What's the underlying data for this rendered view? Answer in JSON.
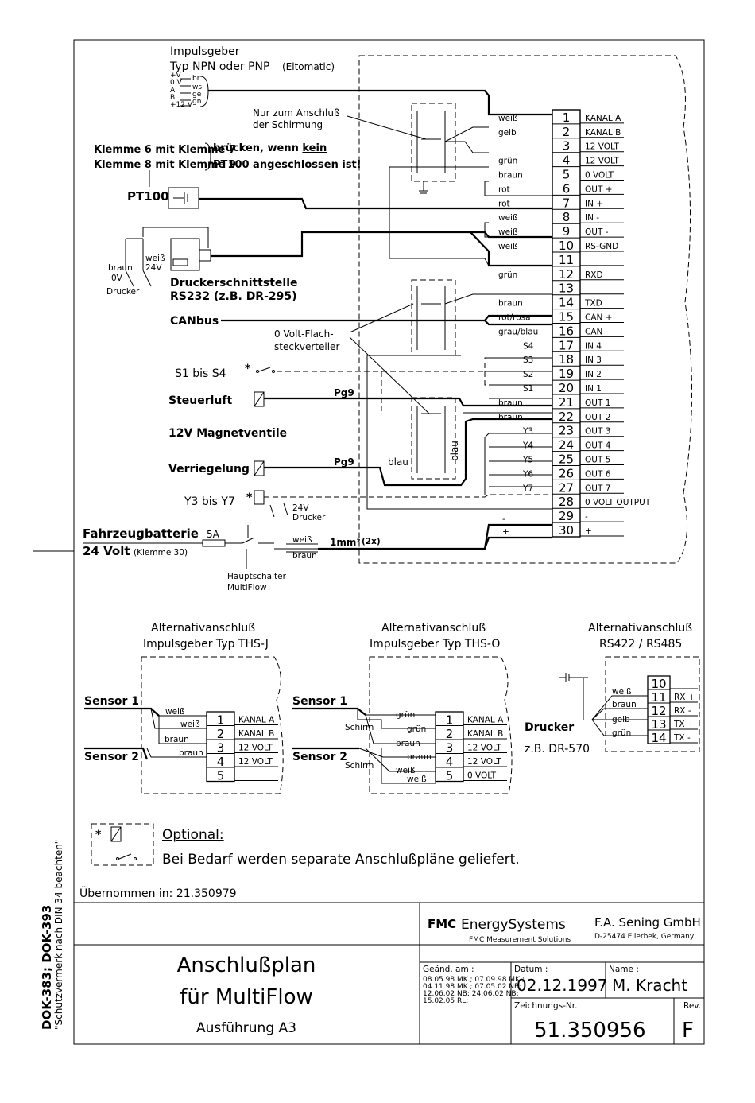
{
  "impulsgeber": {
    "title_line1": "Impulsgeber",
    "title_line2": "Typ NPN oder PNP",
    "title_suffix": "(Eltomatic)",
    "pin_labels": [
      "+V",
      "0 V",
      "A",
      "B",
      "+12 V"
    ],
    "wire_codes": [
      "br",
      "ws",
      "ge",
      "gn"
    ]
  },
  "schirmung_note": {
    "line1": "Nur zum Anschluß",
    "line2": "der Schirmung"
  },
  "pt100": {
    "line1": "Klemme 6 mit Klemme 7",
    "line2": "Klemme 8 mit Klemme 9",
    "bridge1": "brücken, wenn",
    "bridge_kein": "kein",
    "bridge2": "PT100 angeschlossen ist!",
    "label": "PT100"
  },
  "drucker": {
    "braun": "braun",
    "ov": "0V",
    "drucker": "Drucker",
    "weiss": "weiß",
    "v24": "24V",
    "line1": "Druckerschnittstelle",
    "line2": "RS232 (z.B. DR-295)"
  },
  "canbus_label": "CANbus",
  "flach": {
    "line1": "0 Volt-Flach-",
    "line2": "steckverteiler"
  },
  "s1s4_label": "S1 bis S4",
  "steuerluft": "Steuerluft",
  "magnet": "12V Magnetventile",
  "verriegelung": "Verriegelung",
  "pg9": "Pg9",
  "y3y7_label": "Y3 bis Y7",
  "blau": "blau",
  "v24_drucker": {
    "line1": "24V",
    "line2": "Drucker"
  },
  "fahrzeug": {
    "line1": "Fahrzeugbatterie",
    "line2": "24 Volt",
    "klemme": "(Klemme 30)",
    "fuse": "5A",
    "cable": "1mm²",
    "cable_count": "(2x)",
    "weiss": "weiß",
    "braun": "braun",
    "haupt1": "Hauptschalter",
    "haupt2": "MultiFlow"
  },
  "terminal_block": {
    "numbers": [
      "1",
      "2",
      "3",
      "4",
      "5",
      "6",
      "7",
      "8",
      "9",
      "10",
      "11",
      "12",
      "13",
      "14",
      "15",
      "16",
      "17",
      "18",
      "19",
      "20",
      "21",
      "22",
      "23",
      "24",
      "25",
      "26",
      "27",
      "28",
      "29",
      "30"
    ],
    "right_labels": [
      "KANAL A",
      "KANAL B",
      "12 VOLT",
      "12 VOLT",
      "0 VOLT",
      "OUT +",
      "IN +",
      "IN -",
      "OUT -",
      "RS-GND",
      "",
      "RXD",
      "",
      "TXD",
      "CAN +",
      "CAN -",
      "IN 4",
      "IN 3",
      "IN 2",
      "IN 1",
      "OUT 1",
      "OUT 2",
      "OUT 3",
      "OUT 4",
      "OUT 5",
      "OUT 6",
      "OUT 7",
      "0 VOLT OUTPUT",
      "-",
      "+"
    ],
    "left_labels": [
      "weiß",
      "gelb",
      "",
      "grün",
      "braun",
      "rot",
      "rot",
      "weiß",
      "weiß",
      "weiß",
      "",
      "grün",
      "",
      "braun",
      "rot/rosa",
      "grau/blau",
      "S4",
      "S3",
      "S2",
      "S1",
      "braun",
      "braun",
      "Y3",
      "Y4",
      "Y5",
      "Y6",
      "Y7",
      "",
      "-",
      "+"
    ]
  },
  "alt_thsj": {
    "title1": "Alternativanschluß",
    "title2": "Impulsgeber Typ THS-J",
    "sensor1": "Sensor 1",
    "sensor2": "Sensor 2",
    "wires": [
      "weiß",
      "weiß",
      "braun",
      "braun"
    ],
    "numbers": [
      "1",
      "2",
      "3",
      "4",
      "5"
    ],
    "labels": [
      "KANAL A",
      "KANAL B",
      "12 VOLT",
      "12 VOLT",
      ""
    ]
  },
  "alt_thso": {
    "title1": "Alternativanschluß",
    "title2": "Impulsgeber Typ THS-O",
    "sensor1": "Sensor 1",
    "sensor2": "Sensor 2",
    "schirm": "Schirm",
    "wires": [
      "grün",
      "grün",
      "braun",
      "braun",
      "weiß",
      "weiß"
    ],
    "numbers": [
      "1",
      "2",
      "3",
      "4",
      "5"
    ],
    "labels": [
      "KANAL A",
      "KANAL B",
      "12 VOLT",
      "12 VOLT",
      "0 VOLT"
    ]
  },
  "alt_rs": {
    "title1": "Alternativanschluß",
    "title2": "RS422 / RS485",
    "wires": [
      "weiß",
      "braun",
      "gelb",
      "grün"
    ],
    "numbers": [
      "10",
      "11",
      "12",
      "13",
      "14"
    ],
    "labels": [
      "",
      "RX +",
      "RX -",
      "TX +",
      "TX -"
    ],
    "drucker": "Drucker",
    "model": "z.B. DR-570"
  },
  "legend": {
    "optional": "Optional:",
    "text": "Bei Bedarf werden separate Anschlußpläne geliefert."
  },
  "uebernommen": "Übernommen in: 21.350979",
  "title_block": {
    "company_logo": "FMC",
    "company_name": "EnergySystems",
    "company_sub": "FMC Measurement Solutions",
    "firm": "F.A. Sening GmbH",
    "address": "D-25474 Ellerbek, Germany",
    "title1": "Anschlußplan",
    "title2": "für MultiFlow",
    "title3": "Ausführung A3",
    "geaend_label": "Geänd. am :",
    "geaend_lines": [
      "08.05.98 MK.; 07.09.98 MK.;",
      "04.11.98 MK.; 07.05.02 NB;",
      "12.06.02 NB; 24.06.02 NB;",
      "15.02.05 RL;"
    ],
    "datum_label": "Datum :",
    "datum": "02.12.1997",
    "name_label": "Name :",
    "name": "M. Kracht",
    "zeichnung_label": "Zeichnungs-Nr.",
    "zeichnung": "51.350956",
    "rev_label": "Rev.",
    "rev": "F"
  },
  "side_text": {
    "line1": "DOK-383; DOK-393",
    "line2": "\"Schutzvermerk nach DIN 34 beachten\""
  }
}
